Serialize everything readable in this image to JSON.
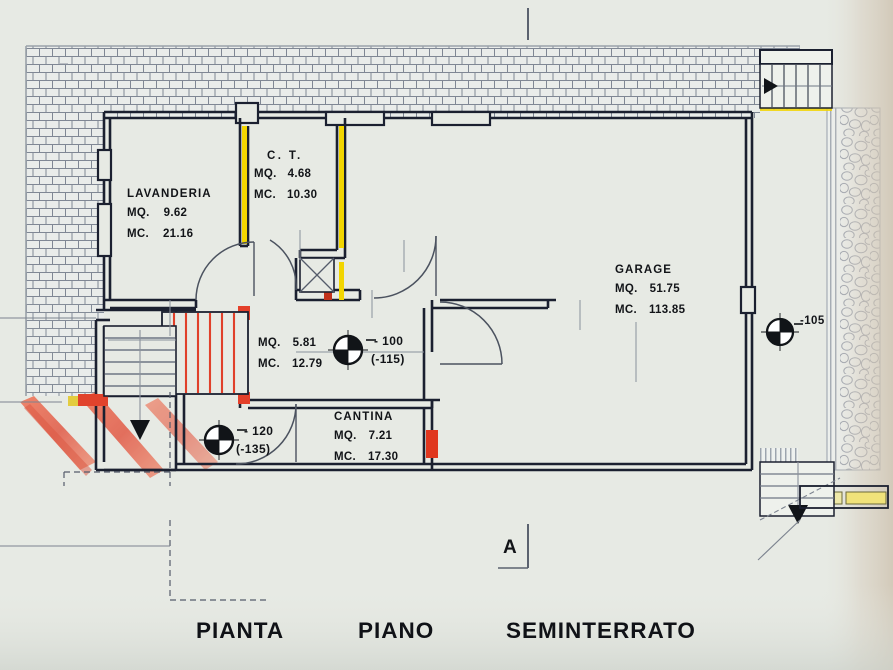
{
  "document": {
    "type": "architectural-floor-plan",
    "title": "PIANTA   PIANO   SEMINTERRATO",
    "title_words": [
      "PIANTA",
      "PIANO",
      "SEMINTERRATO"
    ],
    "background_color": "#e7eae4",
    "ink_color": "#1b2030",
    "accent_yellow": "#f2d500",
    "accent_red": "#d6341f",
    "accent_orange": "#e8573a"
  },
  "rooms": [
    {
      "id": "lavanderia",
      "name": "LAVANDERIA",
      "area_label": "MQ.",
      "area_value": "9.62",
      "volume_label": "MC.",
      "volume_value": "21.16"
    },
    {
      "id": "ct",
      "name": "C. T.",
      "area_label": "MQ.",
      "area_value": "4.68",
      "volume_label": "MC.",
      "volume_value": "10.30"
    },
    {
      "id": "garage",
      "name": "GARAGE",
      "area_label": "MQ.",
      "area_value": "51.75",
      "volume_label": "MC.",
      "volume_value": "113.85"
    },
    {
      "id": "disimpegno",
      "name": "",
      "area_label": "MQ.",
      "area_value": "5.81",
      "volume_label": "MC.",
      "volume_value": "12.79"
    },
    {
      "id": "cantina",
      "name": "CANTINA",
      "area_label": "MQ.",
      "area_value": "7.21",
      "volume_label": "MC.",
      "volume_value": "17.30"
    }
  ],
  "level_markers": [
    {
      "id": "lvl-100",
      "primary": "- 100",
      "secondary": "(-115)"
    },
    {
      "id": "lvl-120",
      "primary": "- 120",
      "secondary": "(-135)"
    },
    {
      "id": "lvl-105",
      "primary": "-105",
      "secondary": ""
    }
  ],
  "section_marks": [
    {
      "id": "section-a",
      "label": "A"
    }
  ]
}
